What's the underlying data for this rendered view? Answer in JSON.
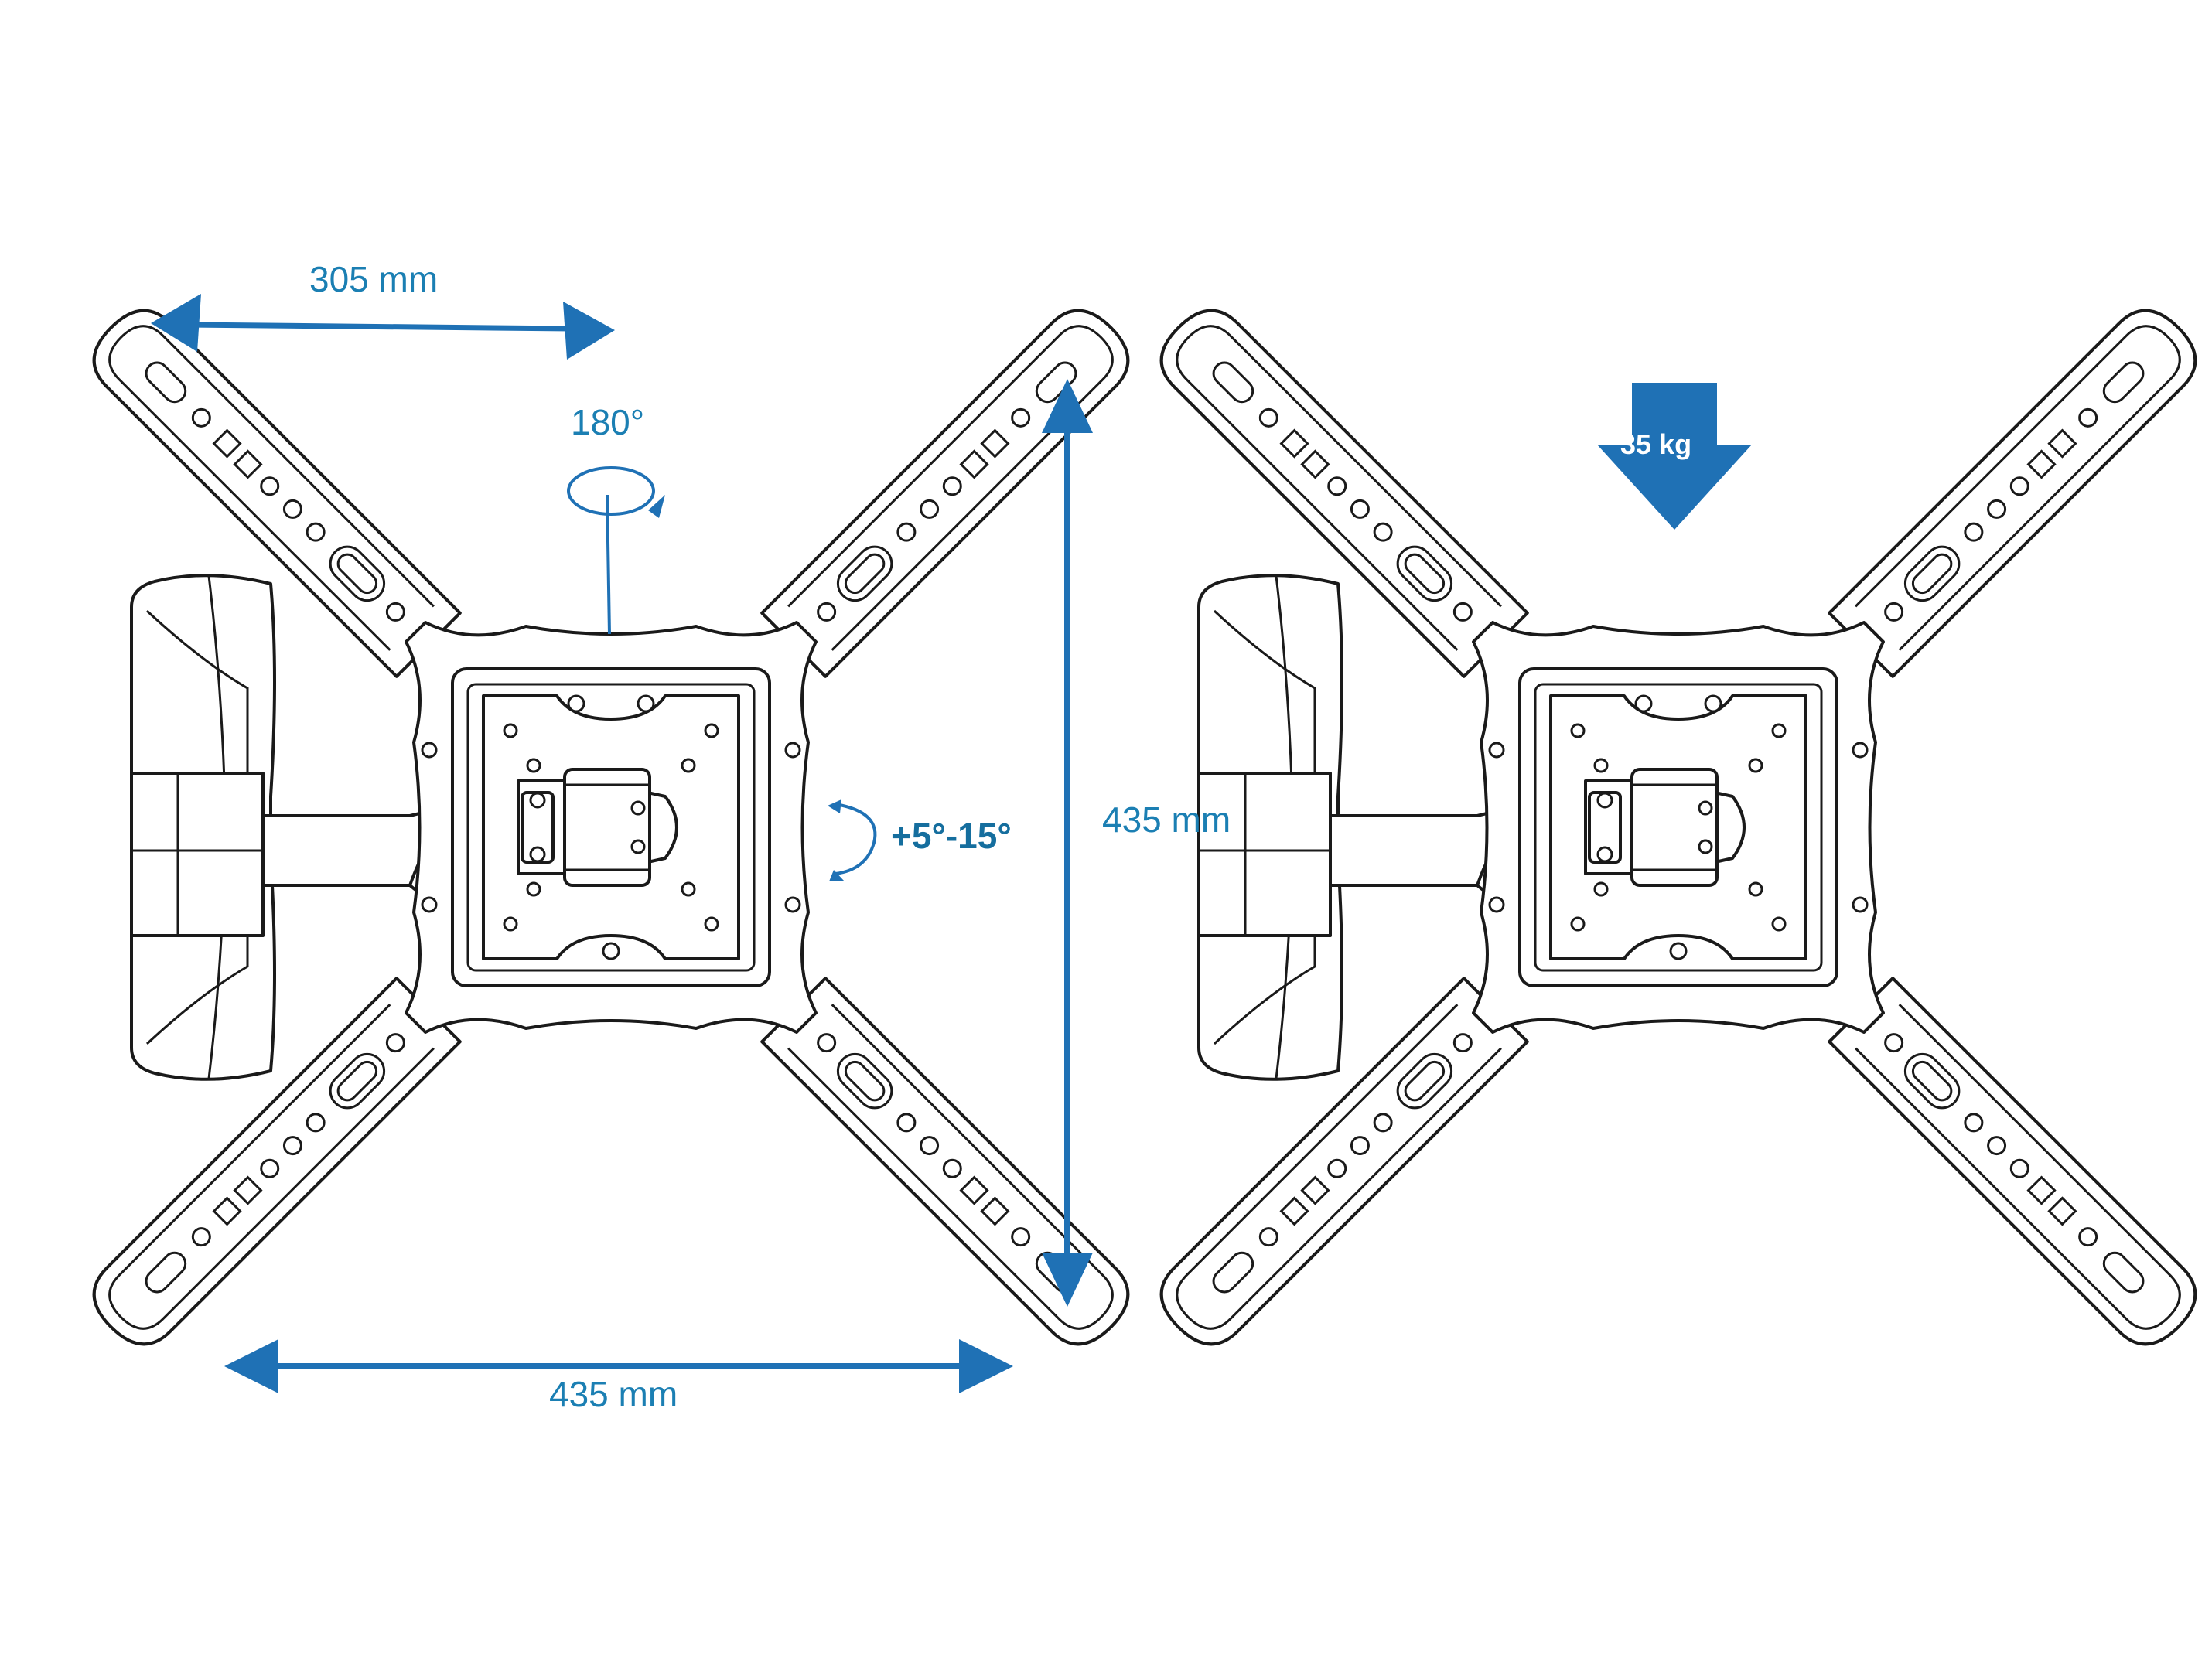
{
  "colors": {
    "accent": "#1f71b5",
    "label": "#1b7fb3",
    "line": "#1a1a1a"
  },
  "left_view": {
    "top_width": "305 mm",
    "rotation": "180°",
    "tilt": "+5°-15°",
    "height": "435 mm",
    "bottom_width": "435 mm"
  },
  "right_view": {
    "load": "35 kg"
  }
}
